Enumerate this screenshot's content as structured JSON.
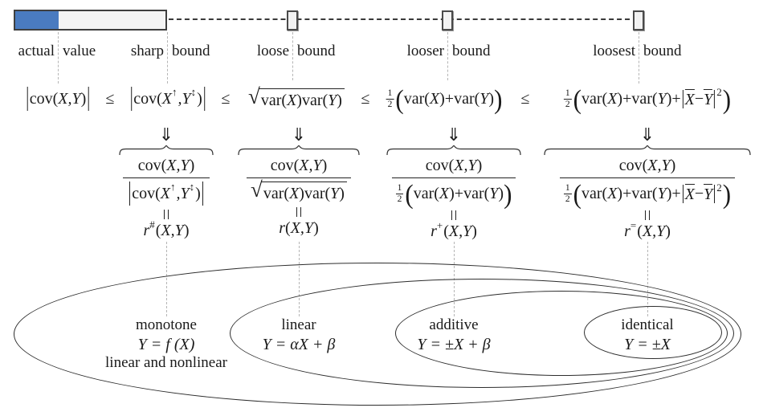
{
  "colors": {
    "gauge_fill_blue": "#4a7bc0",
    "gauge_track": "#f4f4f4",
    "dark_line": "#3a3a3a",
    "guide_dash_gray": "#b5b5b5",
    "text": "#1a1a1a"
  },
  "bound_labels": [
    {
      "word1": "actual",
      "word2": "value"
    },
    {
      "word1": "sharp",
      "word2": "bound"
    },
    {
      "word1": "loose",
      "word2": "bound"
    },
    {
      "word1": "looser",
      "word2": "bound"
    },
    {
      "word1": "loosest",
      "word2": "bound"
    }
  ],
  "math": {
    "leq": "≤",
    "implies_down": "⇓",
    "cov_open": "cov(",
    "var_open": "var(",
    "close_var_open": ")var(",
    "close": ")",
    "open": "(",
    "xy": "X,Y",
    "X": "X",
    "Y": "Y",
    "comma_y": ",Y",
    "sup_up": "↑",
    "sup_updown": "↕",
    "sqrt": "√",
    "half_num": "1",
    "half_den": "2",
    "plus": "+",
    "minus": "−",
    "sup_two": "2",
    "r": "r",
    "sup_hash": "#",
    "sup_plus": "+",
    "sup_eq": "="
  },
  "venn": {
    "sets": [
      {
        "name": "monotone",
        "equation": "Y = f (X)",
        "note": "linear and nonlinear"
      },
      {
        "name": "linear",
        "equation": "Y = αX + β"
      },
      {
        "name": "additive",
        "equation": "Y = ±X + β"
      },
      {
        "name": "identical",
        "equation": "Y = ±X"
      }
    ]
  }
}
